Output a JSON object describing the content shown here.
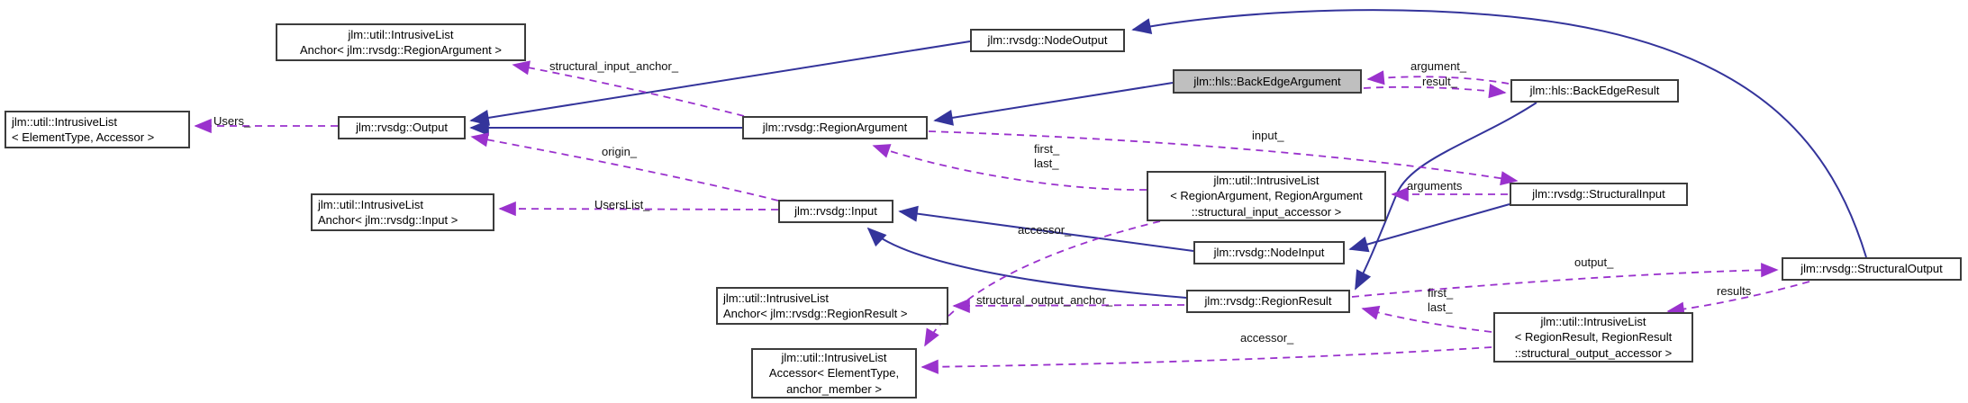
{
  "diagram": {
    "kind": "doxygen-collaboration-graph",
    "highlighted_node": "jlm::hls::BackEdgeArgument"
  },
  "colors": {
    "inheritance_edge": "#34349b",
    "dependency_edge": "#9a32cd",
    "node_fill": "#ffffff",
    "node_border": "#3c3c3c",
    "highlight_fill": "#bfbfbf",
    "text": "#000000"
  },
  "nodes": [
    {
      "id": "intrusivelist-anchor-regionargument",
      "lines": [
        "jlm::util::IntrusiveList",
        "Anchor< jlm::rvsdg::RegionArgument >"
      ]
    },
    {
      "id": "nodeoutput",
      "lines": [
        "jlm::rvsdg::NodeOutput"
      ]
    },
    {
      "id": "backedgeargument",
      "lines": [
        "jlm::hls::BackEdgeArgument"
      ],
      "highlighted": true
    },
    {
      "id": "backedgeresult",
      "lines": [
        "jlm::hls::BackEdgeResult"
      ]
    },
    {
      "id": "intrusivelist-elementtype-accessor",
      "lines": [
        "jlm::util::IntrusiveList",
        "< ElementType, Accessor >"
      ]
    },
    {
      "id": "output",
      "lines": [
        "jlm::rvsdg::Output"
      ]
    },
    {
      "id": "regionargument",
      "lines": [
        "jlm::rvsdg::RegionArgument"
      ]
    },
    {
      "id": "intrusivelist-regionargument",
      "lines": [
        "jlm::util::IntrusiveList",
        "< RegionArgument, RegionArgument",
        "::structural_input_accessor >"
      ]
    },
    {
      "id": "structuralinput",
      "lines": [
        "jlm::rvsdg::StructuralInput"
      ]
    },
    {
      "id": "intrusivelist-anchor-input",
      "lines": [
        "jlm::util::IntrusiveList",
        "Anchor< jlm::rvsdg::Input >"
      ]
    },
    {
      "id": "input",
      "lines": [
        "jlm::rvsdg::Input"
      ]
    },
    {
      "id": "nodeinput",
      "lines": [
        "jlm::rvsdg::NodeInput"
      ]
    },
    {
      "id": "structuraloutput",
      "lines": [
        "jlm::rvsdg::StructuralOutput"
      ]
    },
    {
      "id": "regionresult",
      "lines": [
        "jlm::rvsdg::RegionResult"
      ]
    },
    {
      "id": "intrusivelist-anchor-regionresult",
      "lines": [
        "jlm::util::IntrusiveList",
        "Anchor< jlm::rvsdg::RegionResult >"
      ]
    },
    {
      "id": "intrusivelist-regionresult",
      "lines": [
        "jlm::util::IntrusiveList",
        "< RegionResult, RegionResult",
        "::structural_output_accessor >"
      ]
    },
    {
      "id": "intrusivelist-accessor",
      "lines": [
        "jlm::util::IntrusiveList",
        "Accessor< ElementType,",
        "anchor_member >"
      ]
    }
  ],
  "edges": [
    {
      "from": "jlm::rvsdg::NodeOutput",
      "to": "jlm::rvsdg::Output",
      "type": "inheritance",
      "labels": []
    },
    {
      "from": "jlm::rvsdg::RegionArgument",
      "to": "jlm::rvsdg::Output",
      "type": "inheritance",
      "labels": []
    },
    {
      "from": "jlm::hls::BackEdgeArgument",
      "to": "jlm::rvsdg::RegionArgument",
      "type": "inheritance",
      "labels": []
    },
    {
      "from": "jlm::rvsdg::StructuralOutput",
      "to": "jlm::rvsdg::NodeOutput",
      "type": "inheritance",
      "labels": []
    },
    {
      "from": "jlm::rvsdg::NodeInput",
      "to": "jlm::rvsdg::Input",
      "type": "inheritance",
      "labels": []
    },
    {
      "from": "jlm::rvsdg::StructuralInput",
      "to": "jlm::rvsdg::NodeInput",
      "type": "inheritance",
      "labels": []
    },
    {
      "from": "jlm::rvsdg::RegionResult",
      "to": "jlm::rvsdg::Input",
      "type": "inheritance",
      "labels": []
    },
    {
      "from": "jlm::hls::BackEdgeResult",
      "to": "jlm::rvsdg::RegionResult",
      "type": "inheritance",
      "labels": []
    },
    {
      "from": "jlm::rvsdg::Output",
      "to": "jlm::util::IntrusiveList< ElementType, Accessor >",
      "type": "dependency",
      "labels": [
        "Users_"
      ]
    },
    {
      "from": "jlm::rvsdg::RegionArgument",
      "to": "jlm::util::IntrusiveListAnchor< jlm::rvsdg::RegionArgument >",
      "type": "dependency",
      "labels": [
        "structural_input_anchor_"
      ]
    },
    {
      "from": "jlm::rvsdg::Input",
      "to": "jlm::rvsdg::Output",
      "type": "dependency",
      "labels": [
        "origin_"
      ]
    },
    {
      "from": "jlm::rvsdg::Input",
      "to": "jlm::util::IntrusiveListAnchor< jlm::rvsdg::Input >",
      "type": "dependency",
      "labels": [
        "UsersList_"
      ]
    },
    {
      "from": "jlm::hls::BackEdgeResult",
      "to": "jlm::hls::BackEdgeArgument",
      "type": "dependency",
      "labels": [
        "argument_"
      ]
    },
    {
      "from": "jlm::hls::BackEdgeArgument",
      "to": "jlm::hls::BackEdgeResult",
      "type": "dependency",
      "labels": [
        "result_"
      ]
    },
    {
      "from": "jlm::rvsdg::RegionArgument",
      "to": "jlm::rvsdg::StructuralInput",
      "type": "dependency",
      "labels": [
        "input_"
      ]
    },
    {
      "from": "jlm::util::IntrusiveList< RegionArgument, RegionArgument::structural_input_accessor >",
      "to": "jlm::rvsdg::RegionArgument",
      "type": "dependency",
      "labels": [
        "first_",
        "last_"
      ]
    },
    {
      "from": "jlm::rvsdg::StructuralInput",
      "to": "jlm::util::IntrusiveList< RegionArgument, RegionArgument::structural_input_accessor >",
      "type": "dependency",
      "labels": [
        "arguments"
      ]
    },
    {
      "from": "jlm::util::IntrusiveList< RegionArgument, RegionArgument::structural_input_accessor >",
      "to": "jlm::util::IntrusiveList Accessor< ElementType, anchor_member >",
      "type": "dependency",
      "labels": [
        "accessor_"
      ]
    },
    {
      "from": "jlm::util::IntrusiveList< RegionResult, RegionResult::structural_output_accessor >",
      "to": "jlm::util::IntrusiveList Accessor< ElementType, anchor_member >",
      "type": "dependency",
      "labels": [
        "accessor_"
      ]
    },
    {
      "from": "jlm::rvsdg::RegionResult",
      "to": "jlm::util::IntrusiveListAnchor< jlm::rvsdg::RegionResult >",
      "type": "dependency",
      "labels": [
        "structural_output_anchor_"
      ]
    },
    {
      "from": "jlm::rvsdg::RegionResult",
      "to": "jlm::rvsdg::StructuralOutput",
      "type": "dependency",
      "labels": [
        "output_"
      ]
    },
    {
      "from": "jlm::rvsdg::StructuralOutput",
      "to": "jlm::util::IntrusiveList< RegionResult, RegionResult::structural_output_accessor >",
      "type": "dependency",
      "labels": [
        "results"
      ]
    },
    {
      "from": "jlm::util::IntrusiveList< RegionResult, RegionResult::structural_output_accessor >",
      "to": "jlm::rvsdg::RegionResult",
      "type": "dependency",
      "labels": [
        "first_",
        "last_"
      ]
    }
  ]
}
